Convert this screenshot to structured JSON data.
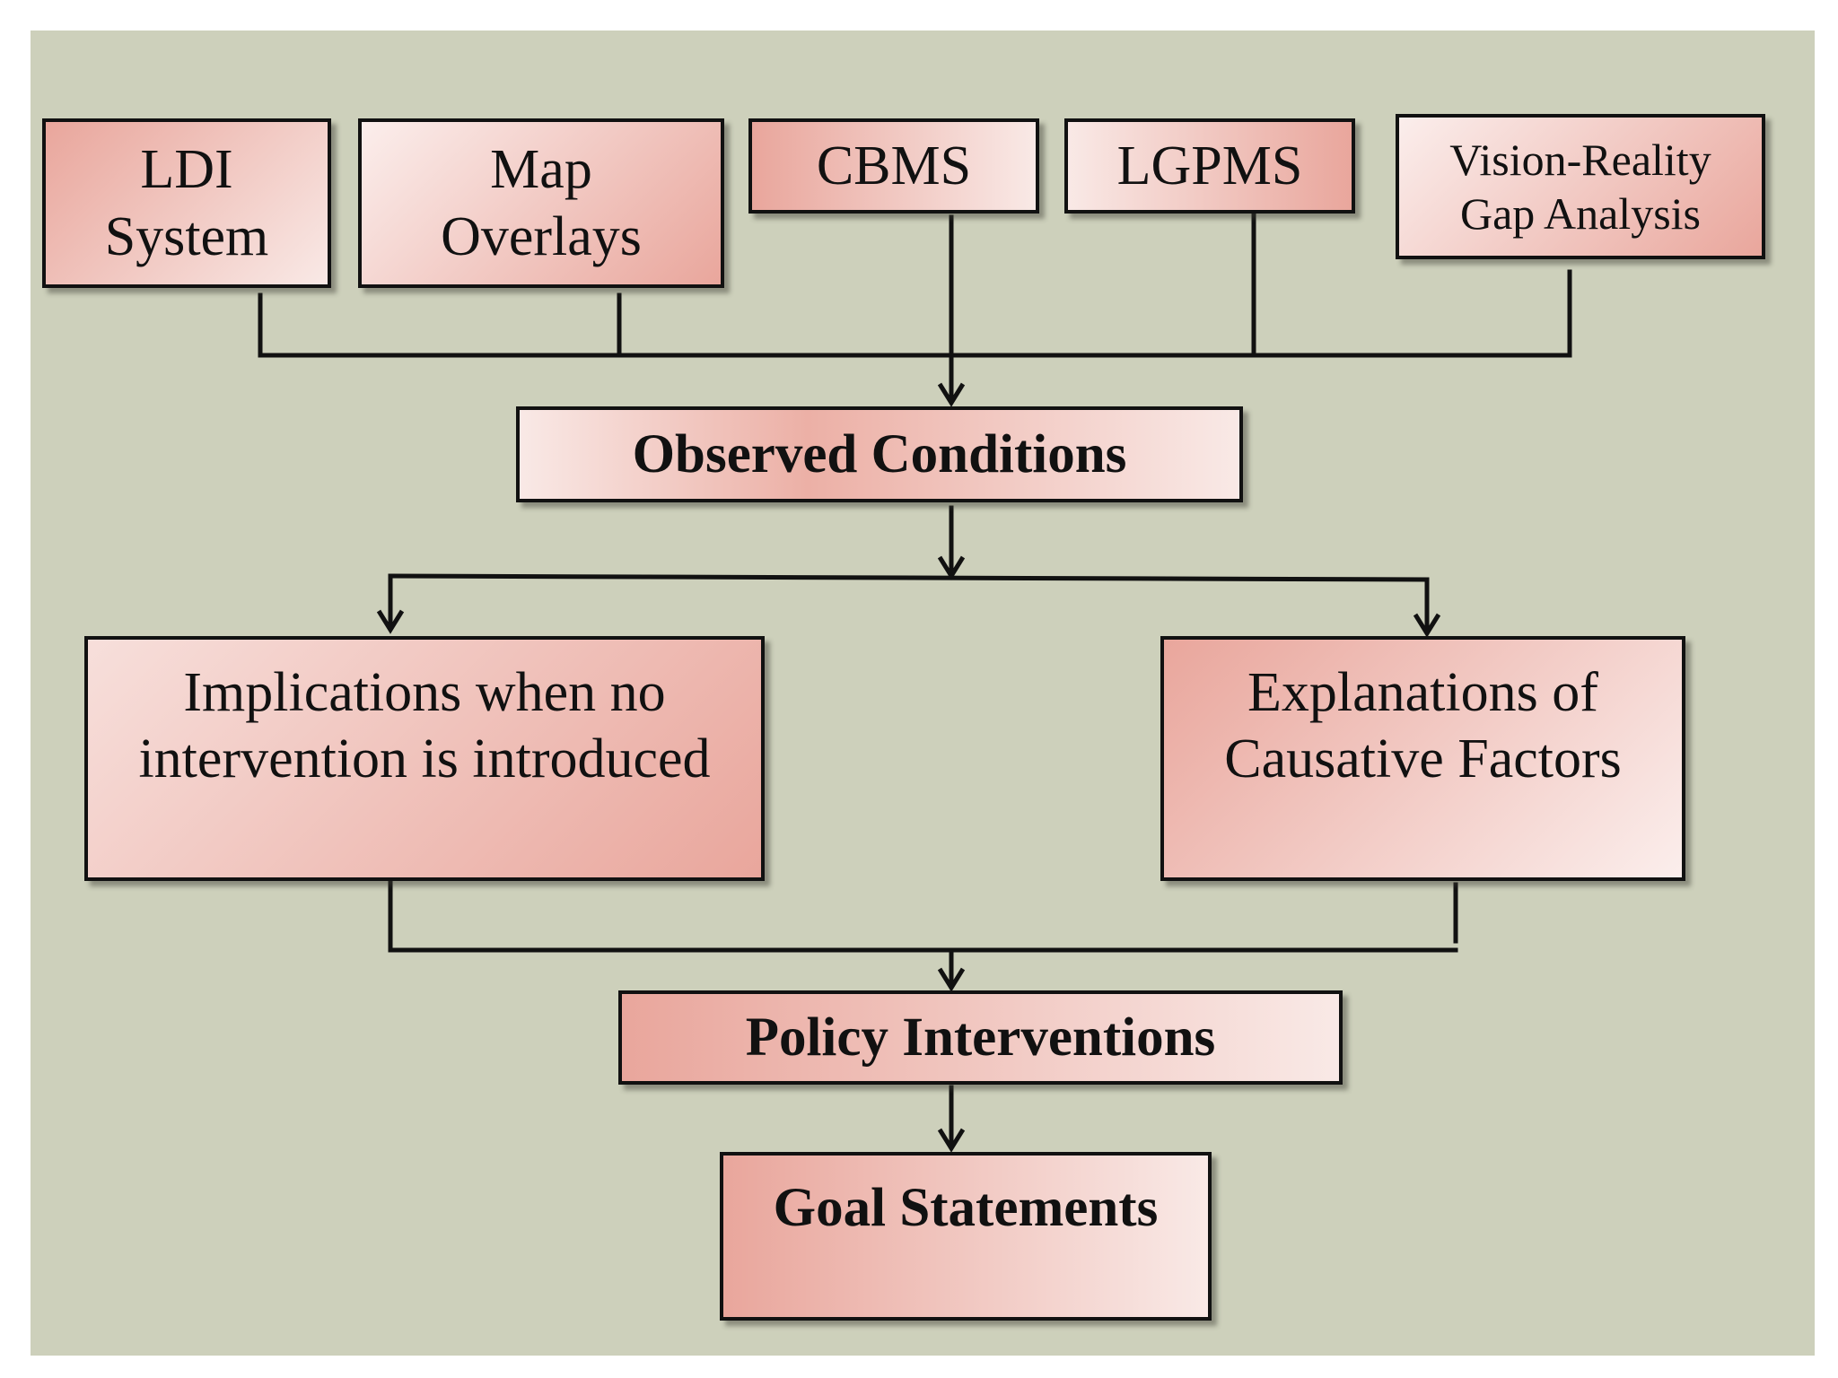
{
  "diagram": {
    "sources": {
      "ldi": "LDI\nSystem",
      "map_overlays": "Map\nOverlays",
      "cbms": "CBMS",
      "lgpms": "LGPMS",
      "vision_reality": "Vision-Reality\nGap Analysis"
    },
    "observed_conditions": "Observed Conditions",
    "implications": "Implications when no\nintervention is introduced",
    "explanations": "Explanations of\nCausative Factors",
    "policy_interventions": "Policy Interventions",
    "goal_statements": "Goal Statements"
  }
}
